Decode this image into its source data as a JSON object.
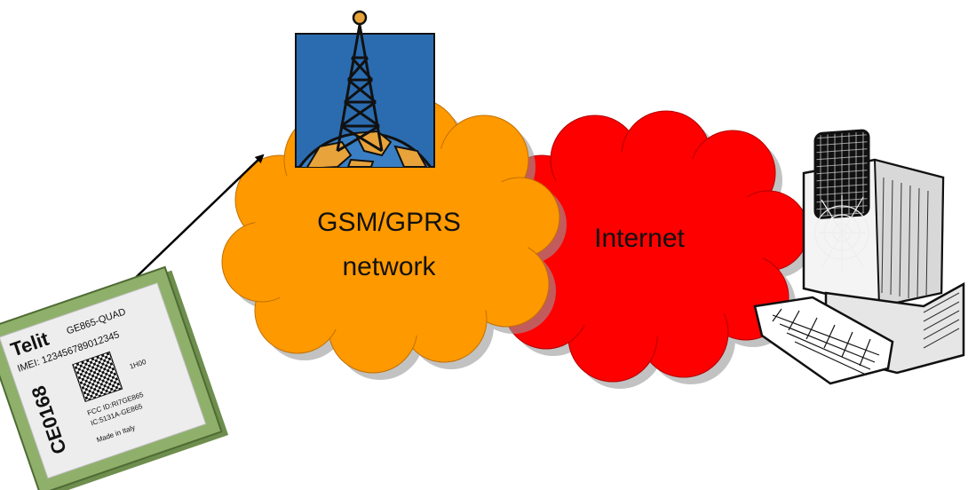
{
  "clouds": {
    "gsm": {
      "label_line1": "GSM/GPRS",
      "label_line2": "network",
      "color": "#FF9900"
    },
    "internet": {
      "label": "Internet",
      "color": "#FF0000"
    }
  },
  "module": {
    "brand": "Telit",
    "model": "GE865-QUAD",
    "imei": "IMEI: 123456789012345",
    "ce_mark": "CE0168",
    "code": "1H00",
    "fcc": "FCC ID:RI7GE865",
    "ic": "IC:5131A-GE865",
    "origin": "Made in Italy",
    "board_color": "#8FB06A"
  },
  "icons": {
    "tower": "radio-tower-globe-icon",
    "computer": "computer-terminal-icon",
    "arrow": "double-headed-arrow"
  }
}
